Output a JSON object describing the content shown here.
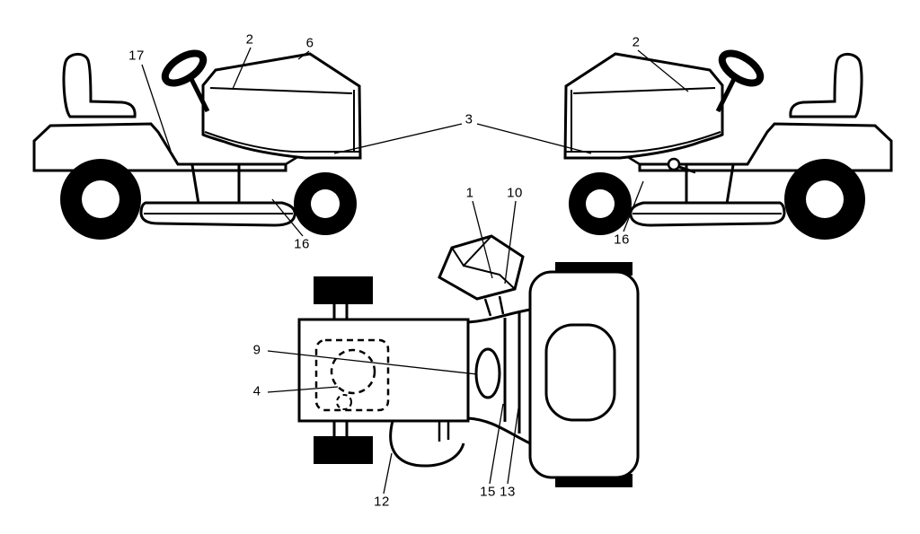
{
  "colors": {
    "background": "#ffffff",
    "line": "#000000"
  },
  "callouts": {
    "c1": "1",
    "c2_left": "2",
    "c2_right": "2",
    "c3": "3",
    "c4": "4",
    "c6": "6",
    "c9": "9",
    "c10": "10",
    "c12": "12",
    "c13": "13",
    "c15": "15",
    "c16_left": "16",
    "c16_right": "16",
    "c17": "17"
  }
}
